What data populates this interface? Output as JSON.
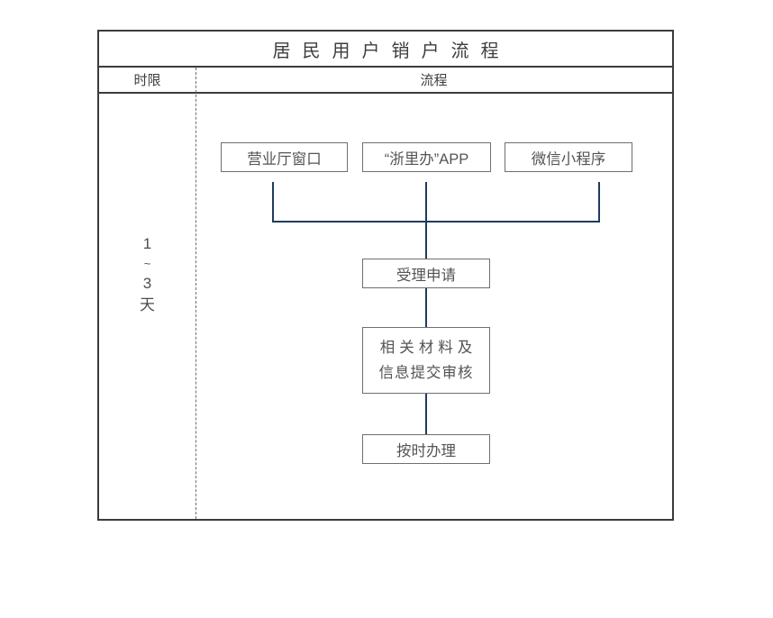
{
  "title": "居民用户销户流程",
  "header": {
    "time_limit_label": "时限",
    "process_label": "流程"
  },
  "time_limit": {
    "lines": [
      "1",
      "~",
      "3",
      "天"
    ]
  },
  "flow": {
    "channels": [
      "营业厅窗口",
      "“浙里办”APP",
      "微信小程序"
    ],
    "step_accept": "受理申请",
    "step_review_line1": "相关材料及",
    "step_review_line2": "信息提交审核",
    "step_complete": "按时办理"
  },
  "colors": {
    "frame_border": "#3b3b3b",
    "box_border": "#6f6f6f",
    "connector": "#1f3b5e",
    "text": "#545454"
  }
}
